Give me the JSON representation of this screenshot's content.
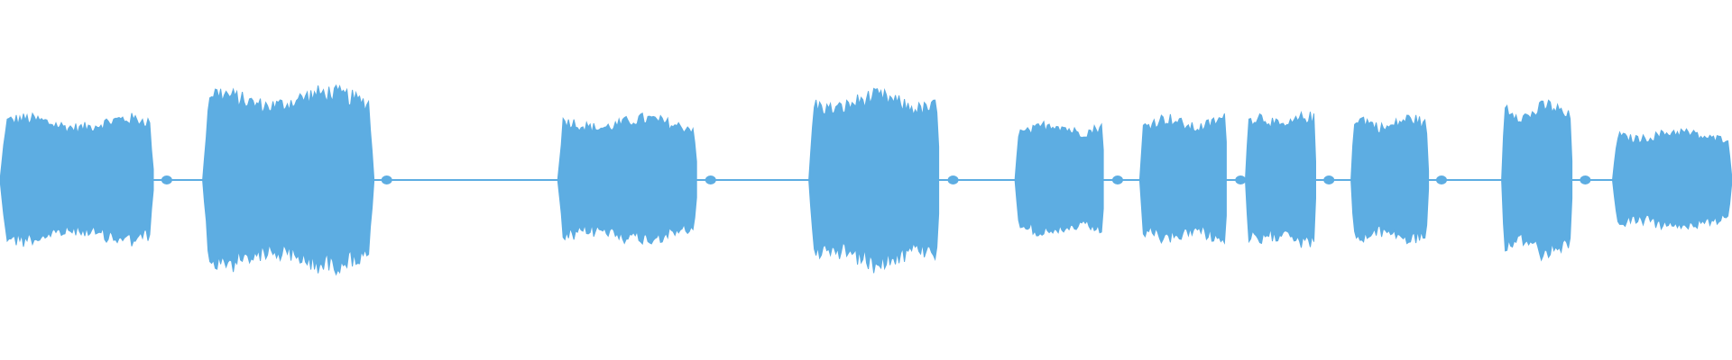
{
  "waveform": {
    "color": "#5dade2",
    "duration_fraction_segments": [
      {
        "start": 0.0,
        "end": 0.089,
        "level": 0.33
      },
      {
        "start": 0.117,
        "end": 0.216,
        "level": 0.47
      },
      {
        "start": 0.322,
        "end": 0.403,
        "level": 0.33
      },
      {
        "start": 0.467,
        "end": 0.543,
        "level": 0.45
      },
      {
        "start": 0.586,
        "end": 0.638,
        "level": 0.3
      },
      {
        "start": 0.658,
        "end": 0.709,
        "level": 0.33
      },
      {
        "start": 0.719,
        "end": 0.76,
        "level": 0.34
      },
      {
        "start": 0.78,
        "end": 0.825,
        "level": 0.33
      },
      {
        "start": 0.867,
        "end": 0.908,
        "level": 0.4
      },
      {
        "start": 0.931,
        "end": 1.0,
        "level": 0.26
      }
    ],
    "silence_level": 0.012,
    "blip_level": 0.05
  }
}
